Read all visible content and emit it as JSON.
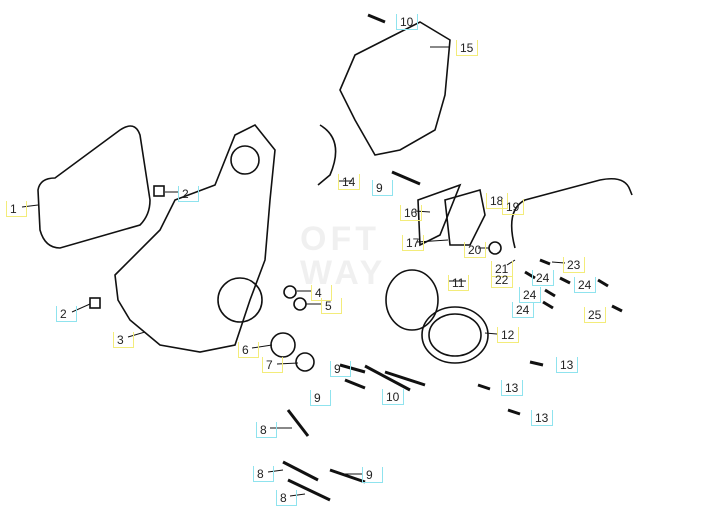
{
  "diagram": {
    "colors": {
      "yellow_label": "#f3ec7a",
      "cyan_label": "#8fe3ee",
      "line": "#111111"
    },
    "labels": [
      {
        "num": "10",
        "box": "cyan"
      },
      {
        "num": "15",
        "box": "yellow"
      },
      {
        "num": "14",
        "box": "yellow"
      },
      {
        "num": "9",
        "box": "cyan"
      },
      {
        "num": "1",
        "box": "yellow"
      },
      {
        "num": "2",
        "box": "cyan"
      },
      {
        "num": "16",
        "box": "yellow"
      },
      {
        "num": "18",
        "box": "yellow"
      },
      {
        "num": "19",
        "box": "yellow"
      },
      {
        "num": "17",
        "box": "yellow"
      },
      {
        "num": "20",
        "box": "yellow"
      },
      {
        "num": "21",
        "box": "yellow"
      },
      {
        "num": "22",
        "box": "yellow"
      },
      {
        "num": "23",
        "box": "yellow"
      },
      {
        "num": "24",
        "box": "cyan"
      },
      {
        "num": "24",
        "box": "cyan"
      },
      {
        "num": "24",
        "box": "cyan"
      },
      {
        "num": "24",
        "box": "cyan"
      },
      {
        "num": "25",
        "box": "yellow"
      },
      {
        "num": "11",
        "box": "yellow"
      },
      {
        "num": "4",
        "box": "yellow"
      },
      {
        "num": "5",
        "box": "yellow"
      },
      {
        "num": "2",
        "box": "cyan"
      },
      {
        "num": "3",
        "box": "yellow"
      },
      {
        "num": "12",
        "box": "yellow"
      },
      {
        "num": "6",
        "box": "yellow"
      },
      {
        "num": "7",
        "box": "yellow"
      },
      {
        "num": "9",
        "box": "cyan"
      },
      {
        "num": "13",
        "box": "cyan"
      },
      {
        "num": "13",
        "box": "cyan"
      },
      {
        "num": "9",
        "box": "cyan"
      },
      {
        "num": "10",
        "box": "cyan"
      },
      {
        "num": "13",
        "box": "cyan"
      },
      {
        "num": "8",
        "box": "cyan"
      },
      {
        "num": "9",
        "box": "cyan"
      },
      {
        "num": "8",
        "box": "cyan"
      },
      {
        "num": "8",
        "box": "cyan"
      }
    ]
  }
}
